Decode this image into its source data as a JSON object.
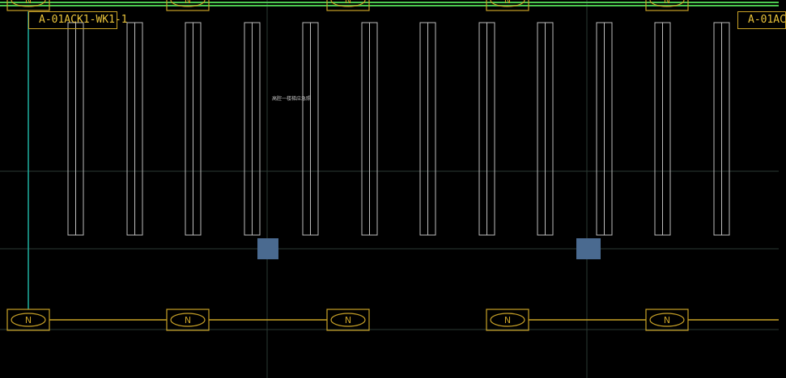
{
  "drawing": {
    "background": "#000000",
    "tag_left": "A-01ACK1-WK1-1",
    "tag_right": "A-01AC",
    "annotation": "高腔一楼梯应急照",
    "node_label": "N",
    "node_count_bottom": 5,
    "node_count_top": 5,
    "colors": {
      "bus_green": "#4cc850",
      "wire_yellow": "#c9a227",
      "wire_cyan": "#1fb0a0",
      "grid_line": "#2c3a34",
      "fixture_outline": "#bdbdbd",
      "junction_box": "#4a6a90"
    }
  }
}
